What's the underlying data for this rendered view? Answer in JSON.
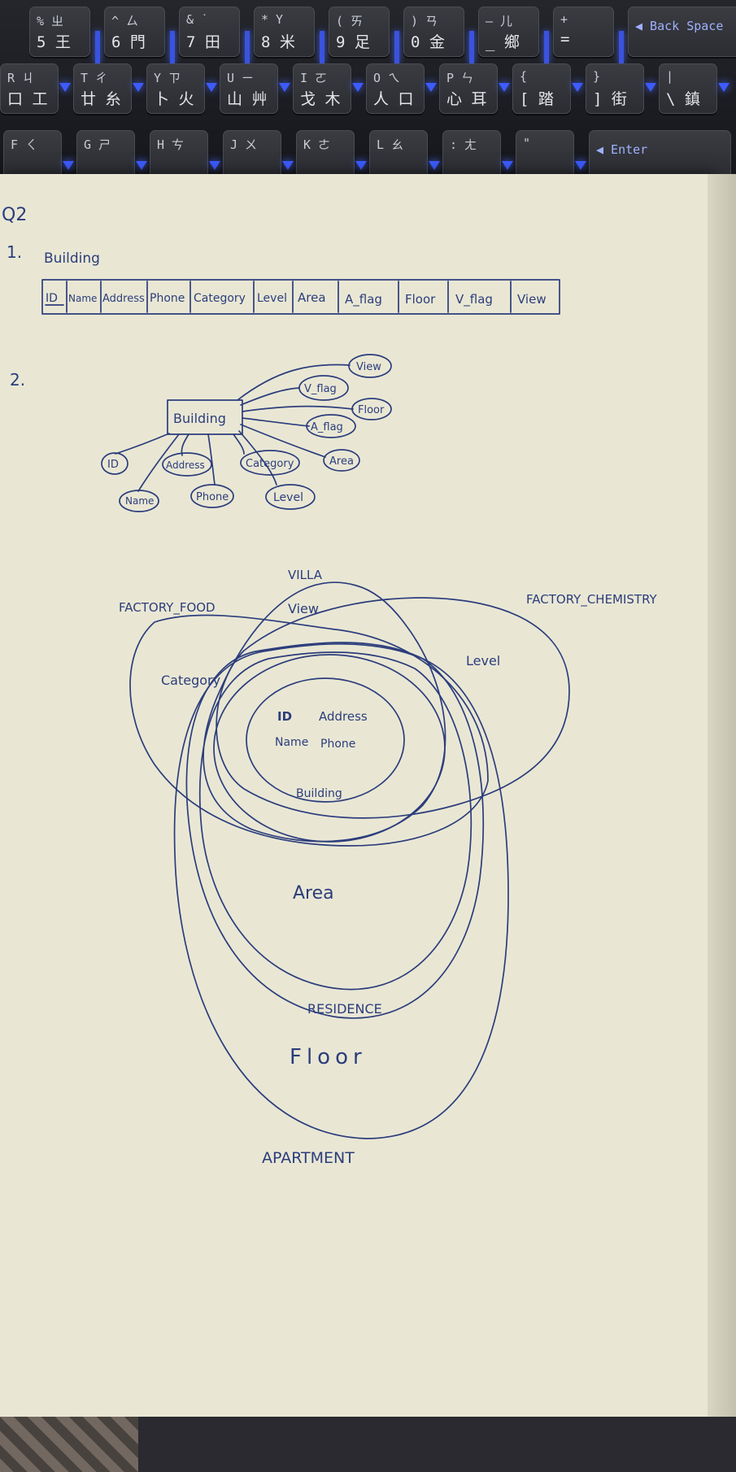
{
  "keyboard": {
    "row1": [
      {
        "top": "%  ㄓ",
        "bot": "5 王"
      },
      {
        "top": "^  ㄙ",
        "bot": "6 門"
      },
      {
        "top": "&  ˙",
        "bot": "7 田"
      },
      {
        "top": "*  Y",
        "bot": "8 米"
      },
      {
        "top": "(  ㄞ",
        "bot": "9 足"
      },
      {
        "top": ")  ㄢ",
        "bot": "0 金"
      },
      {
        "top": "—  儿",
        "bot": "_ 鄉"
      },
      {
        "top": "+",
        "bot": "="
      },
      {
        "top": "◀ Back Space",
        "bot": ""
      }
    ],
    "row2": [
      {
        "top": "R  ㄐ",
        "bot": "口 工"
      },
      {
        "top": "T  ㄔ",
        "bot": "廿 糸"
      },
      {
        "top": "Y  ㄗ",
        "bot": "卜 火"
      },
      {
        "top": "U  ㄧ",
        "bot": "山 艸"
      },
      {
        "top": "I  ㄛ",
        "bot": "戈 木"
      },
      {
        "top": "O  ㄟ",
        "bot": "人 口"
      },
      {
        "top": "P  ㄣ",
        "bot": "心 耳"
      },
      {
        "top": "{",
        "bot": "[ 踏"
      },
      {
        "top": "}",
        "bot": "] 街"
      },
      {
        "top": "|",
        "bot": "\\ 鎮"
      }
    ],
    "row3": [
      {
        "top": "F  ㄑ",
        "bot": ""
      },
      {
        "top": "G  ㄕ",
        "bot": ""
      },
      {
        "top": "H  ㄘ",
        "bot": ""
      },
      {
        "top": "J  ㄨ",
        "bot": ""
      },
      {
        "top": "K  ㄜ",
        "bot": ""
      },
      {
        "top": "L  ㄠ",
        "bot": ""
      },
      {
        "top": ":  ㄤ",
        "bot": ""
      },
      {
        "top": "\"",
        "bot": ""
      },
      {
        "top": "◀ Enter",
        "bot": ""
      }
    ]
  },
  "notes": {
    "question": "Q2",
    "part1": {
      "number": "1.",
      "title": "Building",
      "columns": [
        "ID",
        "Name",
        "Address",
        "Phone",
        "Category",
        "Level",
        "Area",
        "A_flag",
        "Floor",
        "V_flag",
        "View"
      ]
    },
    "part2": {
      "number": "2.",
      "entity": "Building",
      "attributes": [
        "View",
        "V_flag",
        "Floor",
        "A_flag",
        "Area",
        "ID",
        "Address",
        "Category",
        "Name",
        "Phone",
        "Level"
      ]
    },
    "venn": {
      "villa": "VILLA",
      "factory_food": "FACTORY_FOOD",
      "factory_chemistry": "FACTORY_CHEMISTRY",
      "view": "View",
      "category": "Category",
      "level": "Level",
      "id": "ID",
      "address": "Address",
      "name": "Name",
      "phone": "Phone",
      "building": "Building",
      "area": "Area",
      "residence": "RESIDENCE",
      "floor": "Floor",
      "apartment": "APARTMENT"
    }
  },
  "colors": {
    "ink": "#2c3d7c",
    "paper": "#e9e7d4",
    "key_glow": "#3d5bff"
  }
}
